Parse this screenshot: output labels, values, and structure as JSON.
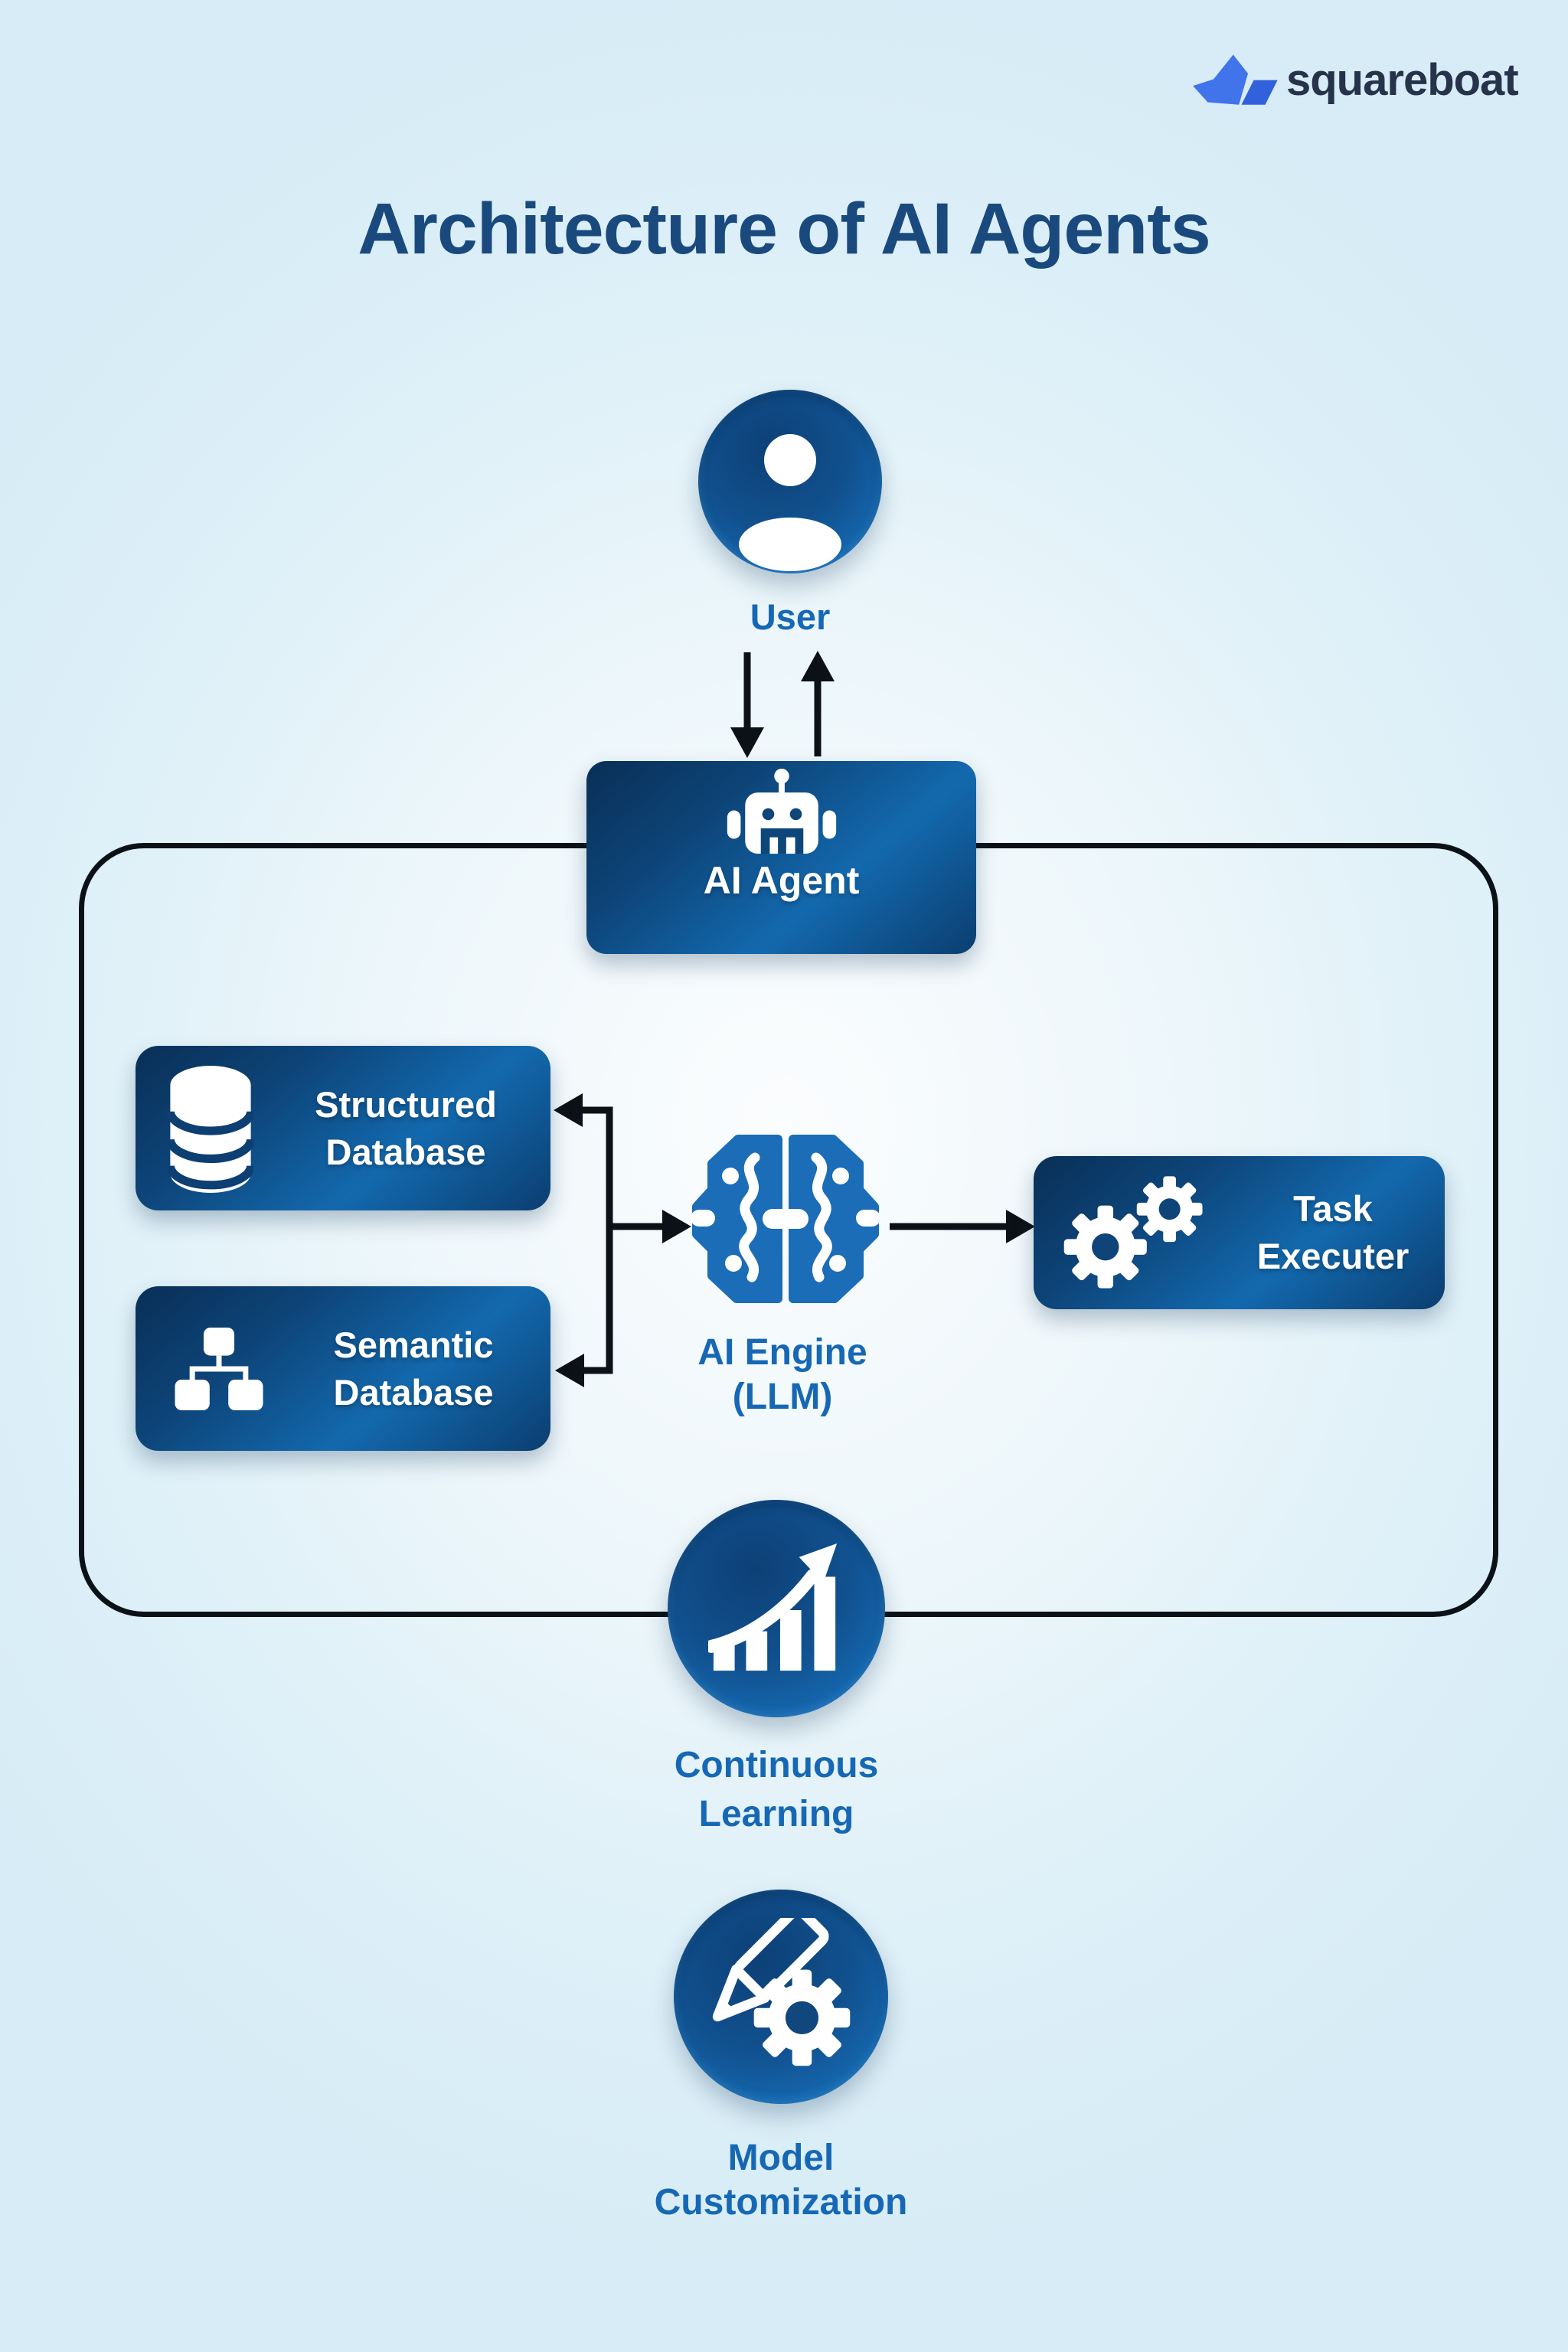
{
  "brand": {
    "logo_text": "squareboat"
  },
  "title": "Architecture of AI Agents",
  "diagram": {
    "user": {
      "label": "User"
    },
    "ai_agent": {
      "label": "AI Agent"
    },
    "structured_database": {
      "line1": "Structured",
      "line2": "Database"
    },
    "semantic_database": {
      "line1": "Semantic",
      "line2": "Database"
    },
    "ai_engine": {
      "line1": "AI Engine",
      "line2": "(LLM)"
    },
    "task_executer": {
      "line1": "Task",
      "line2": "Executer"
    },
    "continuous_learning": {
      "line1": "Continuous",
      "line2": "Learning"
    },
    "model_customization": {
      "line1": "Model",
      "line2": "Customization"
    }
  },
  "colors": {
    "background": "#e1f1f9",
    "node_gradient_start": "#092f56",
    "node_gradient_end": "#1369ae",
    "accent_text": "#1668b5",
    "title_text": "#1a4a7d",
    "connector_black": "#0c1118",
    "brain_blue": "#1a6db6",
    "logo_navy": "#26334a",
    "logo_blue": "#3f6fe4",
    "icon_white": "#ffffff"
  }
}
